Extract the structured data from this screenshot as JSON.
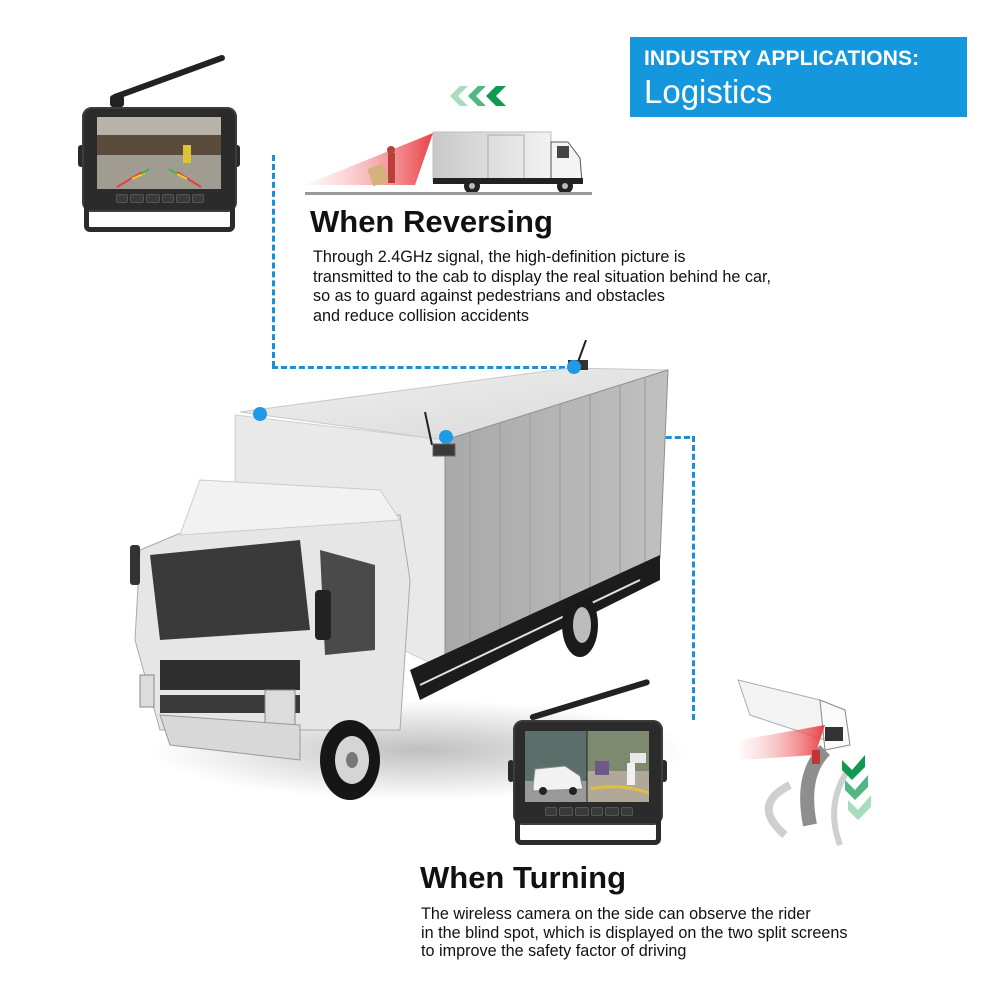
{
  "header": {
    "label": "INDUSTRY APPLICATIONS:",
    "title": "Logistics",
    "background_color": "#1597de"
  },
  "reversing": {
    "heading": "When Reversing",
    "lines": [
      "Through 2.4GHz signal, the high-definition picture is",
      "transmitted to the cab to display the real situation behind he car,",
      "so as to guard against pedestrians and obstacles",
      "and reduce collision accidents"
    ],
    "direction_arrows": [
      "chevron-left",
      "chevron-left",
      "chevron-left"
    ],
    "arrow_colors": [
      "#a8dcbf",
      "#52b883",
      "#0f9a4f"
    ]
  },
  "turning": {
    "heading": "When Turning",
    "lines": [
      "The wireless camera on the side can observe the rider",
      "in the blind spot, which is displayed on the two split screens",
      "to improve the safety factor of driving"
    ],
    "direction_arrows": [
      "chevron-down",
      "chevron-down",
      "chevron-down"
    ],
    "arrow_colors": [
      "#0f9a4f",
      "#52b883",
      "#a8dcbf"
    ]
  },
  "monitors": {
    "reverse_monitor": {
      "view": "single-screen",
      "buttons": [
        "power",
        "MODE",
        "CAM",
        "left",
        "MENU",
        "right"
      ]
    },
    "turning_monitor": {
      "view": "split-screen",
      "buttons": [
        "power",
        "MODE",
        "CAM",
        "left",
        "MENU",
        "right"
      ]
    }
  },
  "colors": {
    "connector_line": "#1a8fd6",
    "blind_spot": "#e8383d"
  }
}
